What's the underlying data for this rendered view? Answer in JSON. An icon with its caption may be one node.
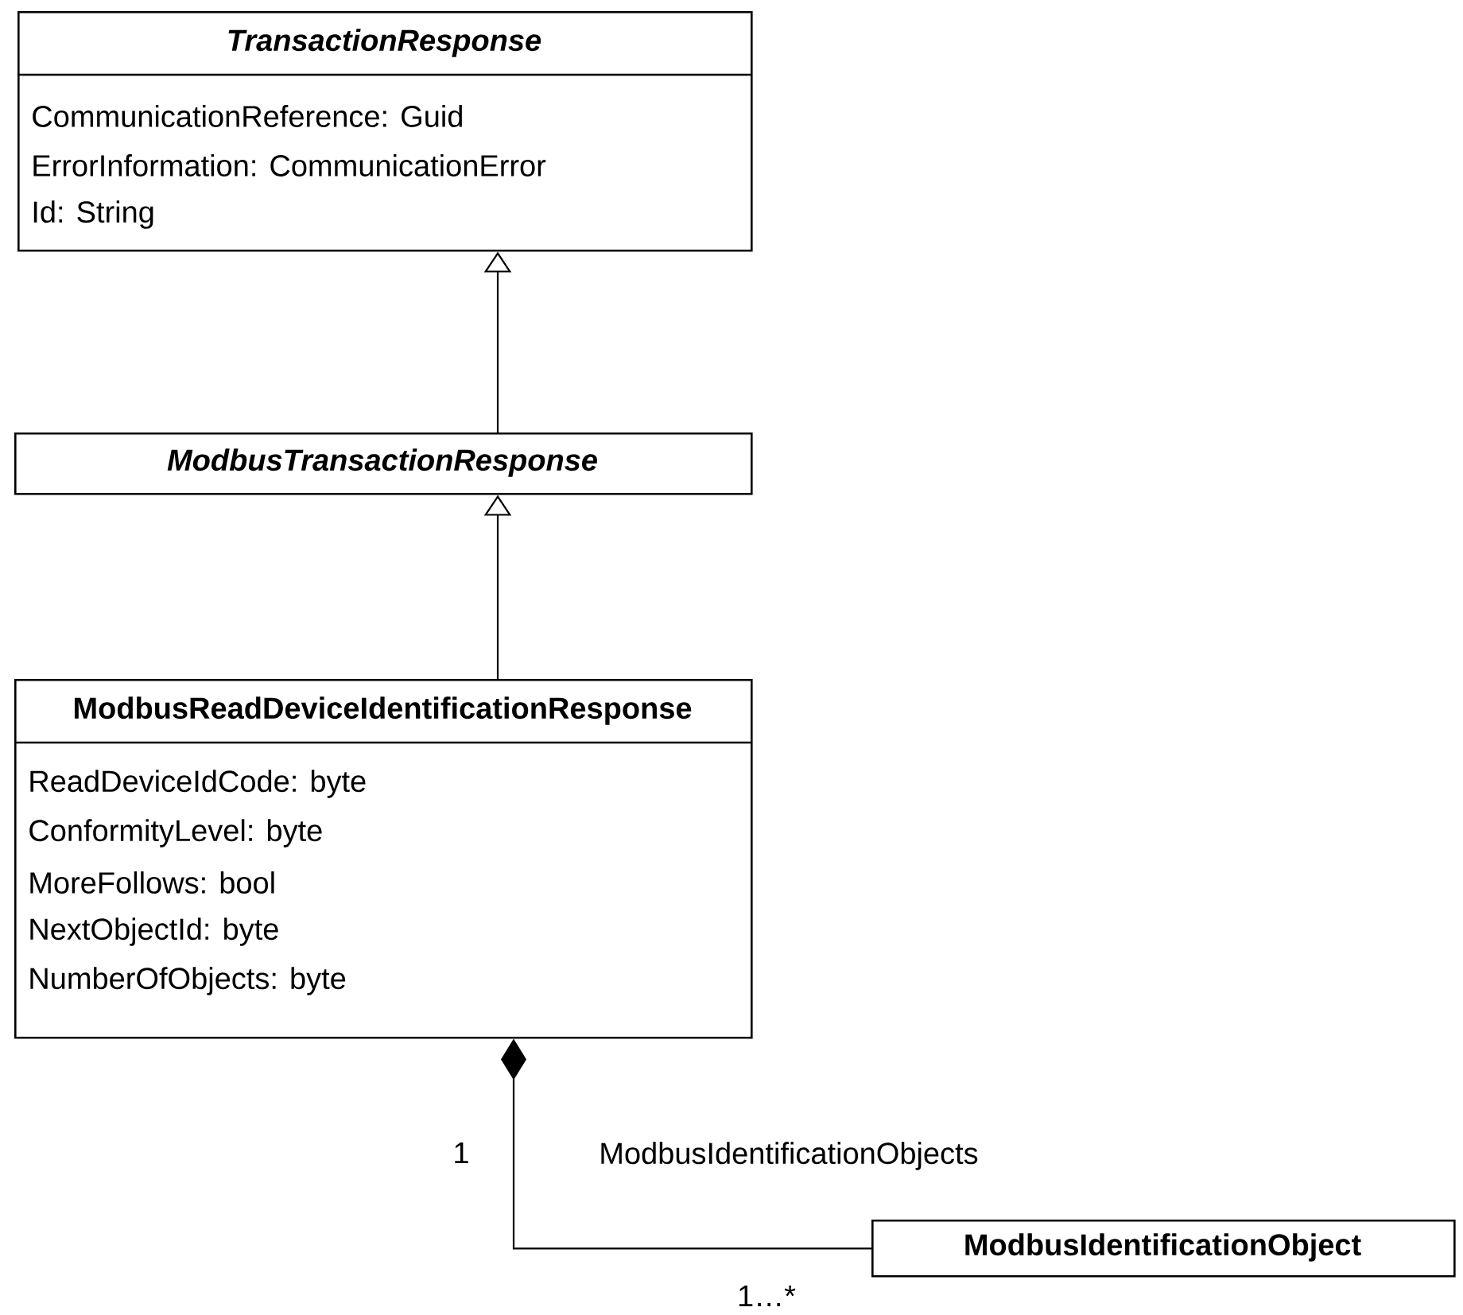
{
  "diagram": {
    "nodes": [
      {
        "text": [
          "TransactionResponse",
          "CommunicationReference: Guid",
          "ErrorInformation: CommunicationError",
          "Id: String"
        ]
      },
      {
        "text": [
          "ModbusTransactionResponse"
        ]
      },
      {
        "text": [
          "ModbusReadDeviceIdentificationResponse",
          "ReadDeviceIdCode: byte",
          "ConformityLevel: byte",
          "MoreFollows: bool",
          "NextObjectId: byte",
          "NumberOfObjects: byte"
        ]
      },
      {
        "text": [
          "ModbusIdentificationObject"
        ]
      }
    ],
    "edges": [
      {
        "from": 1,
        "to": 0,
        "arrow": "to"
      },
      {
        "from": 2,
        "to": 1,
        "arrow": "to"
      },
      {
        "from": 2,
        "to": 3,
        "arrow": "other",
        "label": "ModbusIdentificationObjects"
      }
    ],
    "labels": [
      "1",
      "1…*"
    ]
  }
}
